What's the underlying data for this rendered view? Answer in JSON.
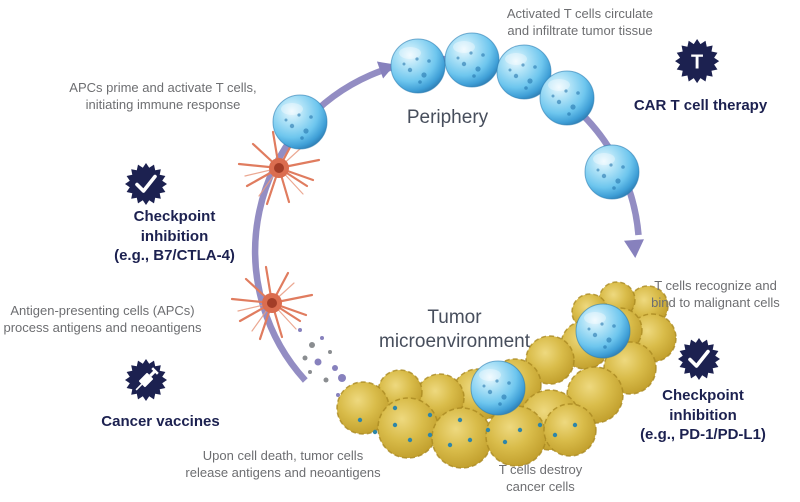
{
  "cycle": {
    "periphery_label": "Periphery",
    "tumor_label": "Tumor\nmicroenvironment"
  },
  "notes": {
    "activated": "Activated T cells circulate\nand infiltrate tumor tissue",
    "apcs_prime": "APCs prime and activate T cells,\ninitiating immune response",
    "apcs_process": "Antigen-presenting cells (APCs)\nprocess antigens and neoantigens",
    "cell_death": "Upon cell death, tumor cells\nrelease antigens and neoantigens",
    "destroy": "T cells destroy\ncancer cells",
    "recognize": "T cells recognize and\nbind to malignant cells"
  },
  "therapies": {
    "car_t": {
      "label": "CAR T cell therapy",
      "icon": "t-cell-icon",
      "glyph": "T"
    },
    "checkpoint_b7": {
      "label": "Checkpoint\ninhibition\n(e.g., B7/CTLA-4)",
      "icon": "check-icon"
    },
    "vaccines": {
      "label": "Cancer vaccines",
      "icon": "syringe-icon"
    },
    "checkpoint_pd1": {
      "label": "Checkpoint\ninhibition\n(e.g., PD-1/PD-L1)",
      "icon": "check-icon"
    }
  },
  "colors": {
    "navy": "#1c2150",
    "gray_text": "#6d6e71",
    "arrow_purple": "#8781bd",
    "t_cell_blue": "#6ec6ee",
    "tumor_yellow": "#d9bc4a",
    "apc_orange": "#db6d4f",
    "antigen_teal": "#2f86a8"
  }
}
